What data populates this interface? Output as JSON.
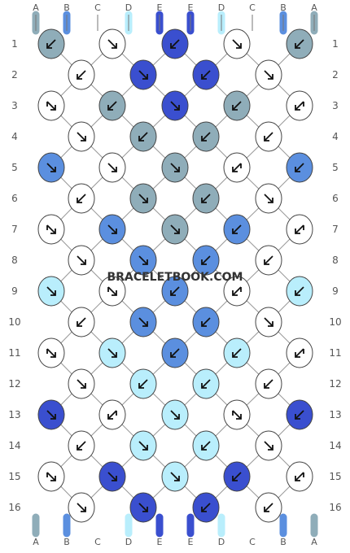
{
  "watermark": "BRACELETBOOK.COM",
  "colors": {
    "A": "#8fadb9",
    "B": "#5b8fdf",
    "C": "#ffffff",
    "D": "#b9eefc",
    "E": "#3a4fcf"
  },
  "strand_letters": [
    "A",
    "B",
    "C",
    "D",
    "E",
    "E",
    "D",
    "C",
    "B",
    "A"
  ],
  "row_numbers": [
    "1",
    "2",
    "3",
    "4",
    "5",
    "6",
    "7",
    "8",
    "9",
    "10",
    "11",
    "12",
    "13",
    "14",
    "15",
    "16"
  ],
  "knots": [
    [
      "A",
      "C",
      "E",
      "C",
      "A"
    ],
    [
      "C",
      "E",
      "E",
      "C"
    ],
    [
      "C",
      "A",
      "E",
      "A",
      "C"
    ],
    [
      "C",
      "A",
      "A",
      "C"
    ],
    [
      "B",
      "C",
      "A",
      "C",
      "B"
    ],
    [
      "C",
      "A",
      "A",
      "C"
    ],
    [
      "C",
      "B",
      "A",
      "B",
      "C"
    ],
    [
      "C",
      "B",
      "B",
      "C"
    ],
    [
      "D",
      "C",
      "B",
      "C",
      "D"
    ],
    [
      "C",
      "B",
      "B",
      "C"
    ],
    [
      "C",
      "D",
      "B",
      "D",
      "C"
    ],
    [
      "C",
      "D",
      "D",
      "C"
    ],
    [
      "E",
      "C",
      "D",
      "C",
      "E"
    ],
    [
      "C",
      "D",
      "D",
      "C"
    ],
    [
      "C",
      "E",
      "D",
      "E",
      "C"
    ],
    [
      "C",
      "E",
      "E",
      "C"
    ]
  ],
  "knot_symbols": [
    [
      "sw",
      "se",
      "sw",
      "se",
      "sw"
    ],
    [
      "sw",
      "se",
      "sw",
      "se"
    ],
    [
      "bl-se",
      "sw",
      "se",
      "sw",
      "br-sw"
    ],
    [
      "se",
      "sw",
      "sw",
      "sw"
    ],
    [
      "se",
      "se",
      "se",
      "bl-sw",
      "sw"
    ],
    [
      "sw",
      "se",
      "sw",
      "se"
    ],
    [
      "bl-se",
      "se",
      "se",
      "sw",
      "br-sw"
    ],
    [
      "se",
      "se",
      "sw",
      "sw"
    ],
    [
      "se",
      "bl-se",
      "sw",
      "br-sw",
      "sw"
    ],
    [
      "sw",
      "se",
      "sw",
      "se"
    ],
    [
      "bl-se",
      "se",
      "sw",
      "sw",
      "br-sw"
    ],
    [
      "se",
      "sw",
      "sw",
      "sw"
    ],
    [
      "se",
      "bl-sw",
      "se",
      "br-se",
      "sw"
    ],
    [
      "sw",
      "se",
      "sw",
      "se"
    ],
    [
      "bl-se",
      "se",
      "se",
      "sw",
      "br-sw"
    ],
    [
      "se",
      "se",
      "sw",
      "sw"
    ]
  ]
}
